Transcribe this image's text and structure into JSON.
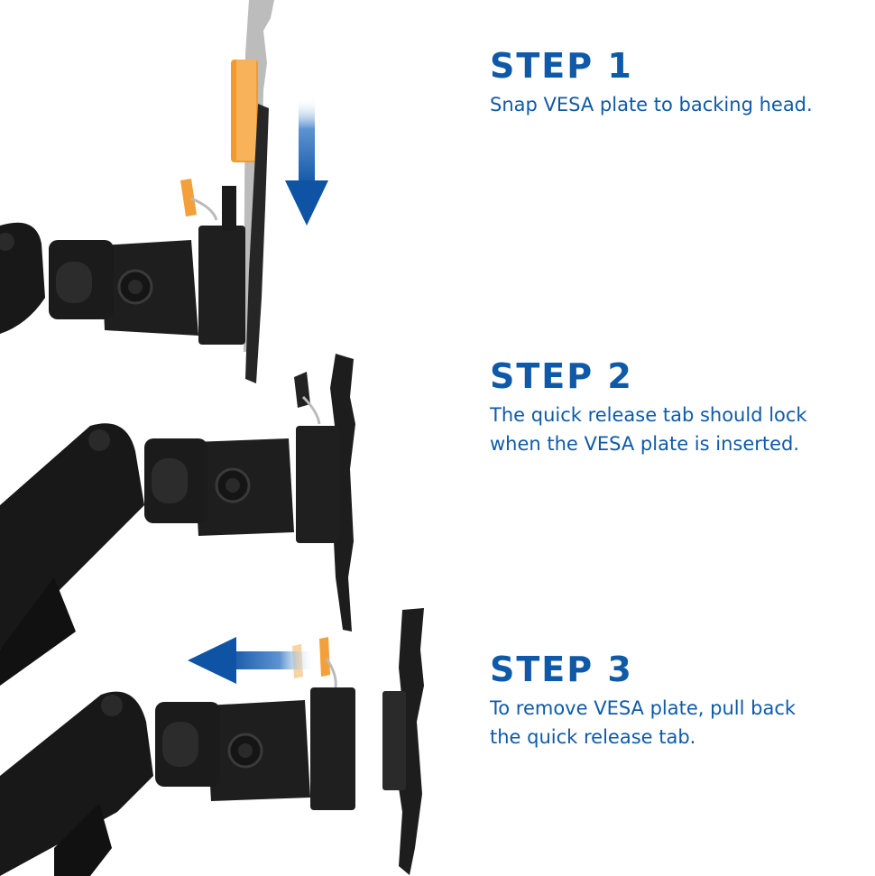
{
  "steps": [
    {
      "title": "STEP 1",
      "description_lines": [
        "Snap VESA plate to backing head."
      ]
    },
    {
      "title": "STEP 2",
      "description_lines": [
        "The quick release tab should lock",
        "when the VESA plate is inserted."
      ]
    },
    {
      "title": "STEP 3",
      "description_lines": [
        "To remove VESA plate, pull back",
        "the quick release tab."
      ]
    }
  ],
  "colors": {
    "text_blue": "#0f5aa8",
    "arrow_blue": "#1a5fb0",
    "tab_orange": "#f5a23c",
    "arm_black": "#1c1c1c",
    "plate_gray": "#bdbdbd"
  },
  "icons": [
    "down-arrow-icon",
    "left-arrow-icon"
  ]
}
